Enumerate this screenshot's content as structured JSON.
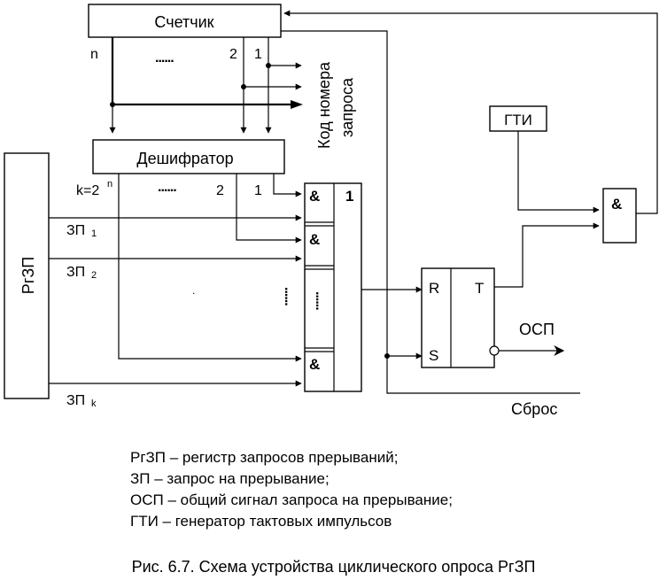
{
  "blocks": {
    "counter": "Счетчик",
    "decoder": "Дешифратор",
    "register": "РгЗП",
    "gti": "ГТИ",
    "and_symbol": "&",
    "or_symbol": "1",
    "flipflop_r": "R",
    "flipflop_s": "S",
    "flipflop_t": "T"
  },
  "labels": {
    "counter_n": "n",
    "counter_dots": "......",
    "counter_2": "2",
    "counter_1": "1",
    "code_line1": "Код номера",
    "code_line2": "запроса",
    "decoder_k": "k=2",
    "decoder_k_exp": "n",
    "decoder_dots": "......",
    "decoder_2": "2",
    "decoder_1": "1",
    "zp1": "ЗП",
    "zp1_sub": "1",
    "zp2": "ЗП",
    "zp2_sub": "2",
    "zpk": "ЗП",
    "zpk_sub": "k",
    "middle_dot": ".",
    "vertical_dots": "......",
    "gates_dots": "......",
    "osp": "ОСП",
    "reset": "Сброс"
  },
  "legend": [
    "РгЗП – регистр запросов прерываний;",
    "ЗП – запрос на прерывание;",
    "ОСП – общий сигнал запроса на прерывание;",
    "ГТИ – генератор тактовых импульсов"
  ],
  "caption": "Рис. 6.7. Схема устройства циклического опроса РгЗП"
}
